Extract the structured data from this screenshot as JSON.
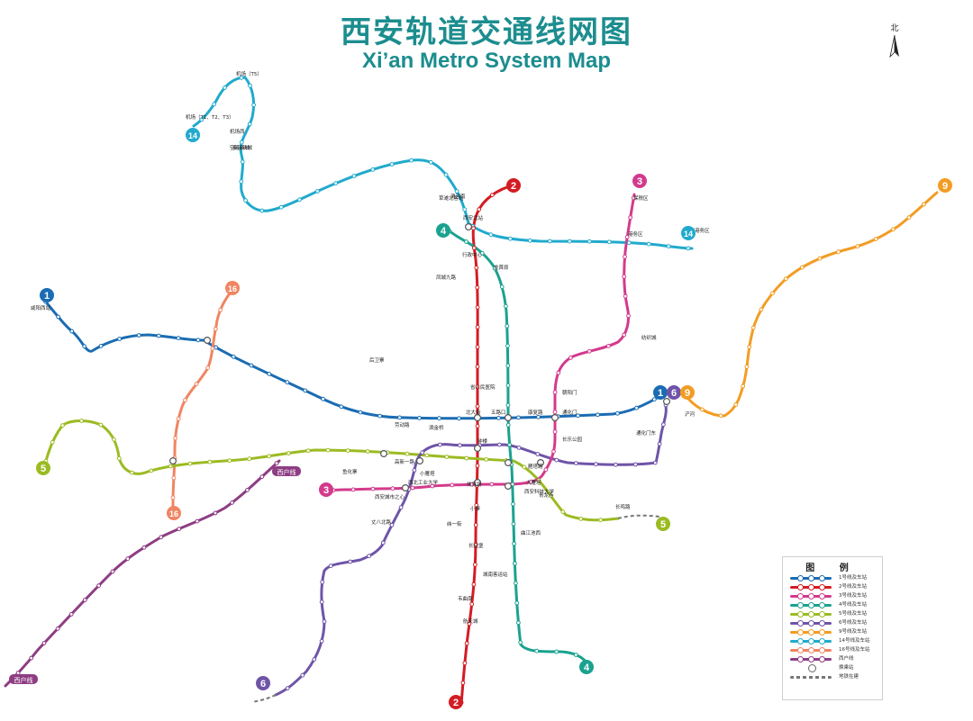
{
  "title_cn": "西安轨道交通线网图",
  "title_en": "Xi’an Metro System Map",
  "north_label": "北",
  "legend": {
    "title": "图 例",
    "items": [
      {
        "label": "1号线及车站",
        "color": "#1a6cb3"
      },
      {
        "label": "2号线及车站",
        "color": "#d31c23"
      },
      {
        "label": "3号线及车站",
        "color": "#d33a8c"
      },
      {
        "label": "4号线及车站",
        "color": "#1aa28f"
      },
      {
        "label": "5号线及车站",
        "color": "#9bbb22"
      },
      {
        "label": "6号线及车站",
        "color": "#6f54a8"
      },
      {
        "label": "9号线及车站",
        "color": "#f39c23"
      },
      {
        "label": "14号线及车站",
        "color": "#21aacd"
      },
      {
        "label": "16号线及车站",
        "color": "#f08562"
      },
      {
        "label": "西户线",
        "color": "#8e3d83"
      },
      {
        "label": "换乘站",
        "color": "#888888"
      },
      {
        "label": "地铁在建",
        "color": "#777777"
      }
    ]
  },
  "line_badges": [
    {
      "label": "1",
      "color": "#1a6cb3"
    },
    {
      "label": "1",
      "color": "#1a6cb3"
    },
    {
      "label": "2",
      "color": "#d31c23"
    },
    {
      "label": "2",
      "color": "#d31c23"
    },
    {
      "label": "3",
      "color": "#d33a8c"
    },
    {
      "label": "3",
      "color": "#d33a8c"
    },
    {
      "label": "4",
      "color": "#1aa28f"
    },
    {
      "label": "4",
      "color": "#1aa28f"
    },
    {
      "label": "5",
      "color": "#9bbb22"
    },
    {
      "label": "5",
      "color": "#9bbb22"
    },
    {
      "label": "6",
      "color": "#6f54a8"
    },
    {
      "label": "6",
      "color": "#6f54a8"
    },
    {
      "label": "9",
      "color": "#f39c23"
    },
    {
      "label": "9",
      "color": "#f39c23"
    },
    {
      "label": "14",
      "color": "#21aacd"
    },
    {
      "label": "14",
      "color": "#21aacd"
    },
    {
      "label": "16",
      "color": "#f08562"
    },
    {
      "label": "16",
      "color": "#f08562"
    }
  ],
  "line_tags": [
    {
      "label": "西户线",
      "color": "#8e3d83"
    },
    {
      "label": "西户线",
      "color": "#8e3d83"
    }
  ],
  "stations": [
    "机场（T5）",
    "机场（T1、T2、T3）",
    "机场西",
    "空港新城",
    "秦汉新城",
    "北客站",
    "渭河南",
    "西安北站",
    "行政中心",
    "凤城九路",
    "龙首原",
    "钟楼",
    "小寨",
    "北大街",
    "五路口",
    "洒金桥",
    "劳动路",
    "后卫寨",
    "浐河",
    "保税区",
    "港务区",
    "纺织城",
    "咸阳西站",
    "通化门",
    "长乐公园",
    "康复路",
    "小雁塔",
    "大雁塔",
    "体育场",
    "草滩",
    "朝阳门",
    "鱼化寨",
    "丈八北路",
    "西北工业大学",
    "青龙寺",
    "城南客运站",
    "西安科技大学",
    "航天城",
    "雁塔路",
    "纬一街",
    "韦曲南",
    "长鸣路",
    "省人民医院",
    "国际港务区",
    "西安城市之心",
    "高新一路",
    "通化门东",
    "曲江池西",
    "长延堡"
  ]
}
